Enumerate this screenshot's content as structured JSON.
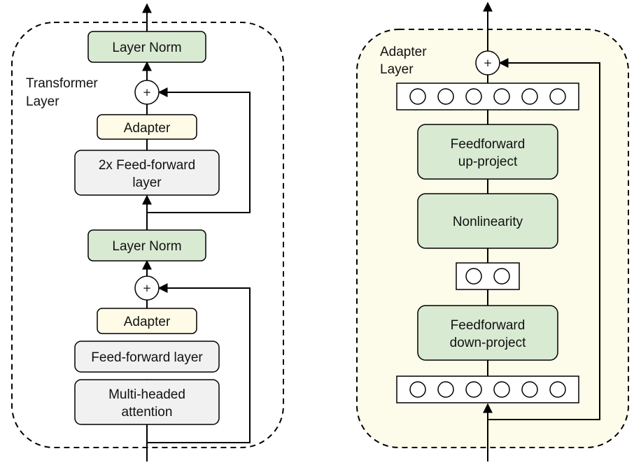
{
  "transformer_layer": {
    "title_line1": "Transformer",
    "title_line2": "Layer",
    "layer_norm_top": "Layer Norm",
    "adapter_top": "Adapter",
    "ffn2x_line1": "2x Feed-forward",
    "ffn2x_line2": "layer",
    "layer_norm_bottom": "Layer Norm",
    "adapter_bottom": "Adapter",
    "ffn": "Feed-forward layer",
    "mha_line1": "Multi-headed",
    "mha_line2": "attention",
    "plus_symbol": "+"
  },
  "adapter_layer": {
    "title_line1": "Adapter",
    "title_line2": "Layer",
    "up_project_line1": "Feedforward",
    "up_project_line2": "up-project",
    "nonlinearity": "Nonlinearity",
    "down_project_line1": "Feedforward",
    "down_project_line2": "down-project",
    "plus_symbol": "+"
  },
  "colors": {
    "layer_norm_fill": "#d9ead3",
    "adapter_fill": "#fffbe6",
    "ffn_fill": "#f1f1f1",
    "adapter_panel_fill": "#fdfbe9",
    "stroke": "#000000"
  }
}
